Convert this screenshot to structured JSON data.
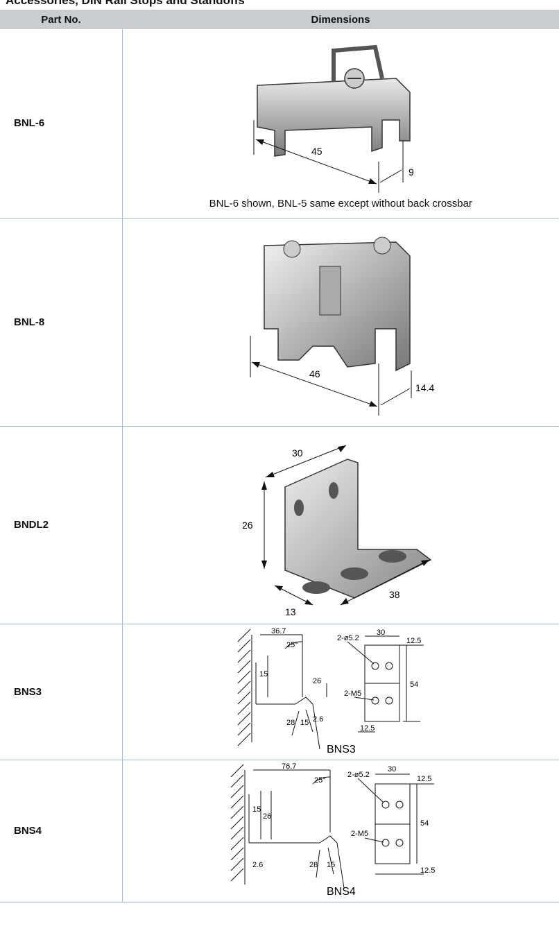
{
  "page_heading": "Accessories, DIN Rail Stops and Standoffs",
  "table": {
    "headers": {
      "part_no": "Part No.",
      "dimensions": "Dimensions"
    },
    "rows": [
      {
        "part": "BNL-6",
        "dims": [
          "45",
          "9"
        ],
        "caption": "BNL-6 shown, BNL-5 same except without back crossbar"
      },
      {
        "part": "BNL-8",
        "dims": [
          "46",
          "14.4"
        ]
      },
      {
        "part": "BNDL2",
        "dims": [
          "30",
          "26",
          "38",
          "13"
        ]
      },
      {
        "part": "BNS3",
        "dims": [
          "36.7",
          "25°",
          "15",
          "26",
          "2.6",
          "28",
          "15",
          "2-ø5.2",
          "30",
          "12.5",
          "2-M5",
          "54",
          "12.5"
        ],
        "label": "BNS3"
      },
      {
        "part": "BNS4",
        "dims": [
          "76.7",
          "25°",
          "15",
          "26",
          "2.6",
          "28",
          "15",
          "2-ø5.2",
          "30",
          "12.5",
          "2-M5",
          "54",
          "12.5"
        ],
        "label": "BNS4"
      }
    ]
  },
  "colors": {
    "header_bg": "#c8cdd2",
    "divider": "#a8b8ce"
  }
}
